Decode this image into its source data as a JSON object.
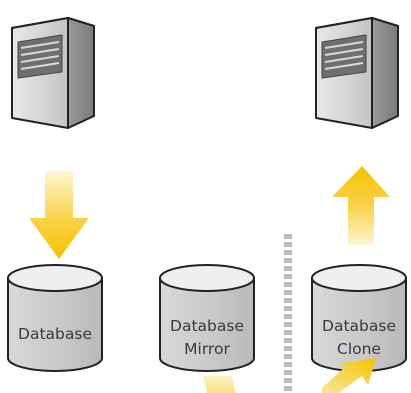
{
  "colors": {
    "arrow_solid": "#f6c200",
    "arrow_fade": "#fff3c4",
    "server_body": "#c9c9c9",
    "cylinder_body": "#c6c6c6",
    "cylinder_top": "#efefef",
    "outline": "#222222",
    "separator": "#bdbdbd"
  },
  "nodes": {
    "server_left": {
      "icon": "server-tower-icon"
    },
    "server_right": {
      "icon": "server-tower-icon"
    },
    "database": {
      "label": "Database",
      "icon": "database-cylinder-icon"
    },
    "database_mirror": {
      "label_line1": "Database",
      "label_line2": "Mirror",
      "icon": "database-cylinder-icon"
    },
    "database_clone": {
      "label_line1": "Database",
      "label_line2": "Clone",
      "icon": "database-cylinder-icon"
    }
  },
  "edges": [
    {
      "from": "server_left",
      "to": "database",
      "direction": "down"
    },
    {
      "from": "database_clone",
      "to": "server_right",
      "direction": "up"
    }
  ]
}
